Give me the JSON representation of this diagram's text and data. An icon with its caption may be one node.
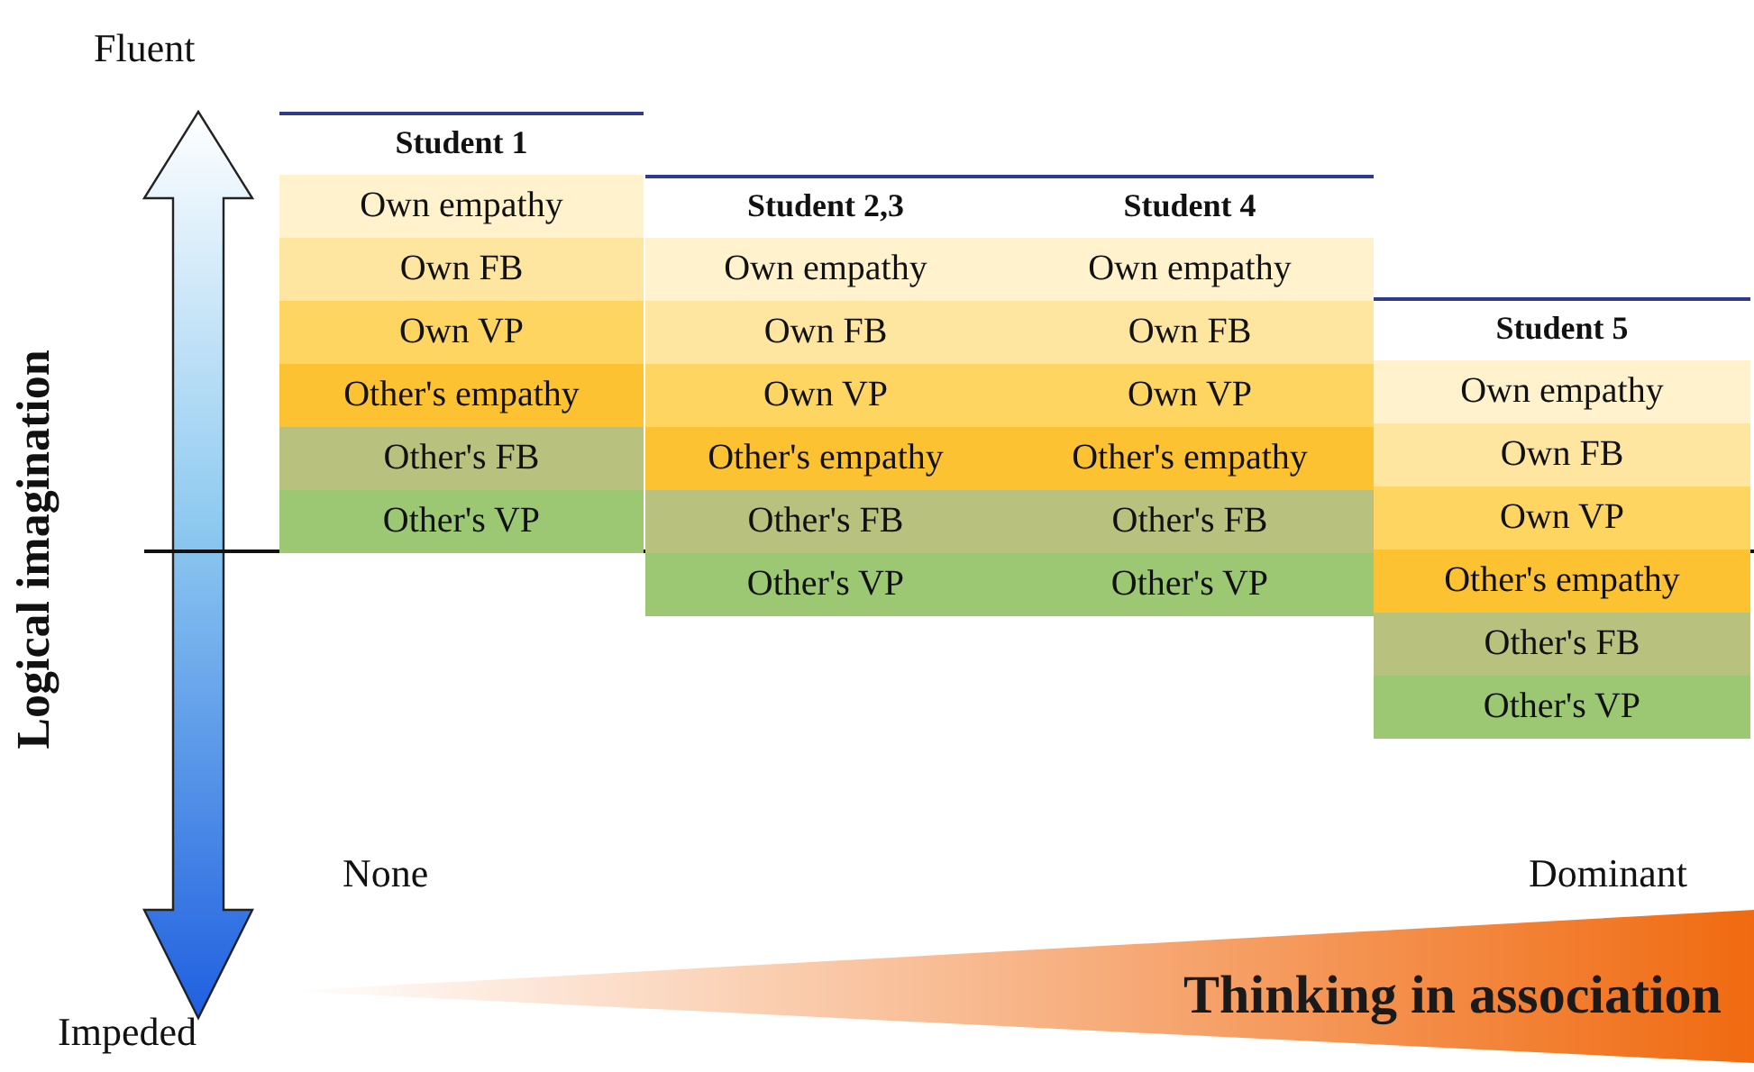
{
  "diagram": {
    "nodes": [
      {
        "text": [
          "Student 1"
        ]
      },
      {
        "text": [
          "Own empathy"
        ]
      },
      {
        "text": [
          "Own FB"
        ]
      },
      {
        "text": [
          "Own VP"
        ]
      },
      {
        "text": [
          "Other's empathy"
        ]
      },
      {
        "text": [
          "Other's FB"
        ]
      },
      {
        "text": [
          "Other's VP"
        ]
      },
      {
        "text": [
          "Student 2,3"
        ]
      },
      {
        "text": [
          "Own empathy"
        ]
      },
      {
        "text": [
          "Own FB"
        ]
      },
      {
        "text": [
          "Own VP"
        ]
      },
      {
        "text": [
          "Other's empathy"
        ]
      },
      {
        "text": [
          "Other's FB"
        ]
      },
      {
        "text": [
          "Other's VP"
        ]
      },
      {
        "text": [
          "Student 4"
        ]
      },
      {
        "text": [
          "Own empathy"
        ]
      },
      {
        "text": [
          "Own FB"
        ]
      },
      {
        "text": [
          "Own VP"
        ]
      },
      {
        "text": [
          "Other's empathy"
        ]
      },
      {
        "text": [
          "Other's FB"
        ]
      },
      {
        "text": [
          "Other's VP"
        ]
      },
      {
        "text": [
          "Student 5"
        ]
      },
      {
        "text": [
          "Own empathy"
        ]
      },
      {
        "text": [
          "Own FB"
        ]
      },
      {
        "text": [
          "Own VP"
        ]
      },
      {
        "text": [
          "Other's empathy"
        ]
      },
      {
        "text": [
          "Other's FB"
        ]
      },
      {
        "text": [
          "Other's VP"
        ]
      },
      {
        "text": [
          "Thinking in association"
        ]
      }
    ],
    "labels": [
      "Fluent",
      "Logical imagination",
      "None",
      "Dominant",
      "Impeded"
    ]
  }
}
